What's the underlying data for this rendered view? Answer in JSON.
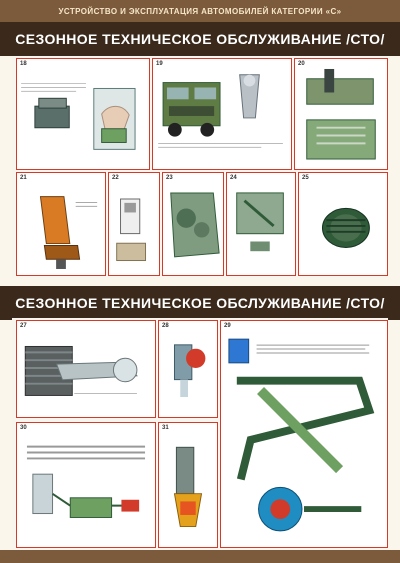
{
  "header": {
    "top_title": "УСТРОЙСТВО И ЭКСПЛУАТАЦИЯ АВТОМОБИЛЕЙ КАТЕГОРИИ «С»",
    "section_title_1": "СЕЗОННОЕ ТЕХНИЧЕСКОЕ ОБСЛУЖИВАНИЕ /СТО/",
    "section_title_2": "СЕЗОННОЕ ТЕХНИЧЕСКОЕ ОБСЛУЖИВАНИЕ /СТО/"
  },
  "colors": {
    "frame_brown": "#7c5a3c",
    "band_dark": "#3b2a1c",
    "panel_border": "#d23b2a",
    "truck_green": "#5f7c44",
    "part_green": "#6ea061",
    "dark_green": "#2f5b38",
    "seat_orange": "#d97b25",
    "hand_tan": "#e7cdb5",
    "highlight_blue": "#2e78d3"
  },
  "panels": [
    {
      "number": "18"
    },
    {
      "number": "19"
    },
    {
      "number": "20"
    },
    {
      "number": "21"
    },
    {
      "number": "22"
    },
    {
      "number": "23"
    },
    {
      "number": "24"
    },
    {
      "number": "25"
    },
    {
      "number": "27"
    },
    {
      "number": "28"
    },
    {
      "number": "29"
    },
    {
      "number": "30"
    },
    {
      "number": "31"
    }
  ]
}
